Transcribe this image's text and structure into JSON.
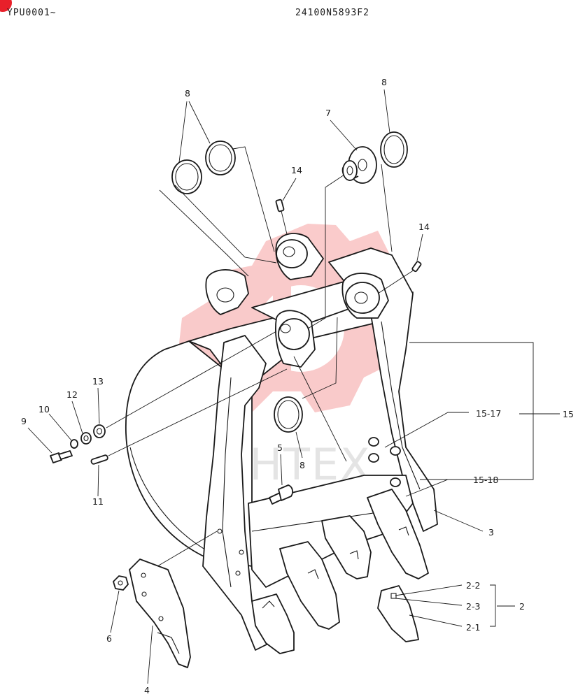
{
  "header": {
    "code_left": "YPU0001~",
    "code_right": "24100N5893F2"
  },
  "watermark": {
    "text": "ИНТЕХ",
    "color": "#f5a0a0"
  },
  "callouts": {
    "c8a": "8",
    "c8b": "8",
    "c8c": "8",
    "c7": "7",
    "c14a": "14",
    "c14b": "14",
    "c13": "13",
    "c12": "12",
    "c10": "10",
    "c9": "9",
    "c11": "11",
    "c5": "5",
    "c6": "6",
    "c4": "4",
    "c3": "3",
    "c15": "15",
    "c15_17": "15-17",
    "c15_18": "15-18",
    "c2": "2",
    "c2_1": "2-1",
    "c2_2": "2-2",
    "c2_3": "2-3"
  }
}
